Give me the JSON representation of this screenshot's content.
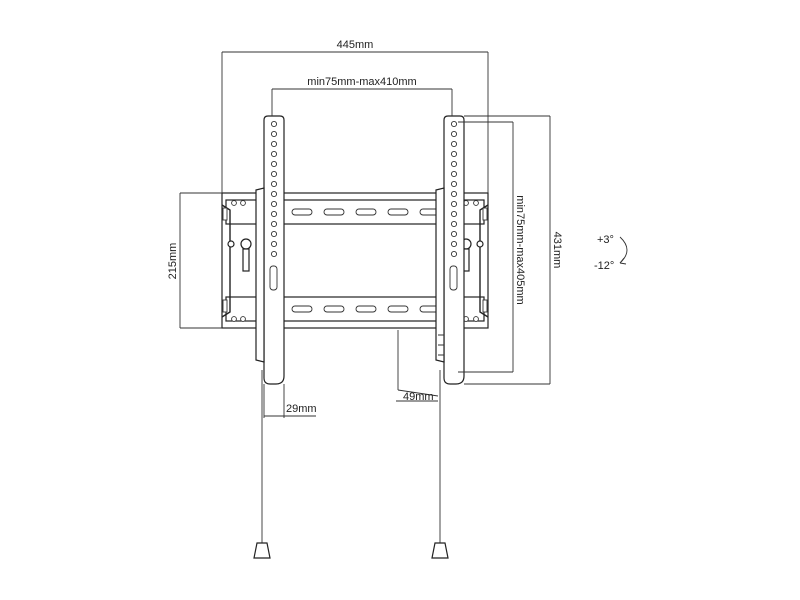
{
  "dimensions": {
    "overall_width": "445mm",
    "vesa_horizontal": "min75mm-max410mm",
    "wall_plate_height": "215mm",
    "vesa_vertical": "min75mm-max405mm",
    "overall_height": "431mm",
    "bracket_offset": "29mm",
    "wall_depth": "49mm"
  },
  "tilt": {
    "up": "+3°",
    "down": "-12°"
  }
}
